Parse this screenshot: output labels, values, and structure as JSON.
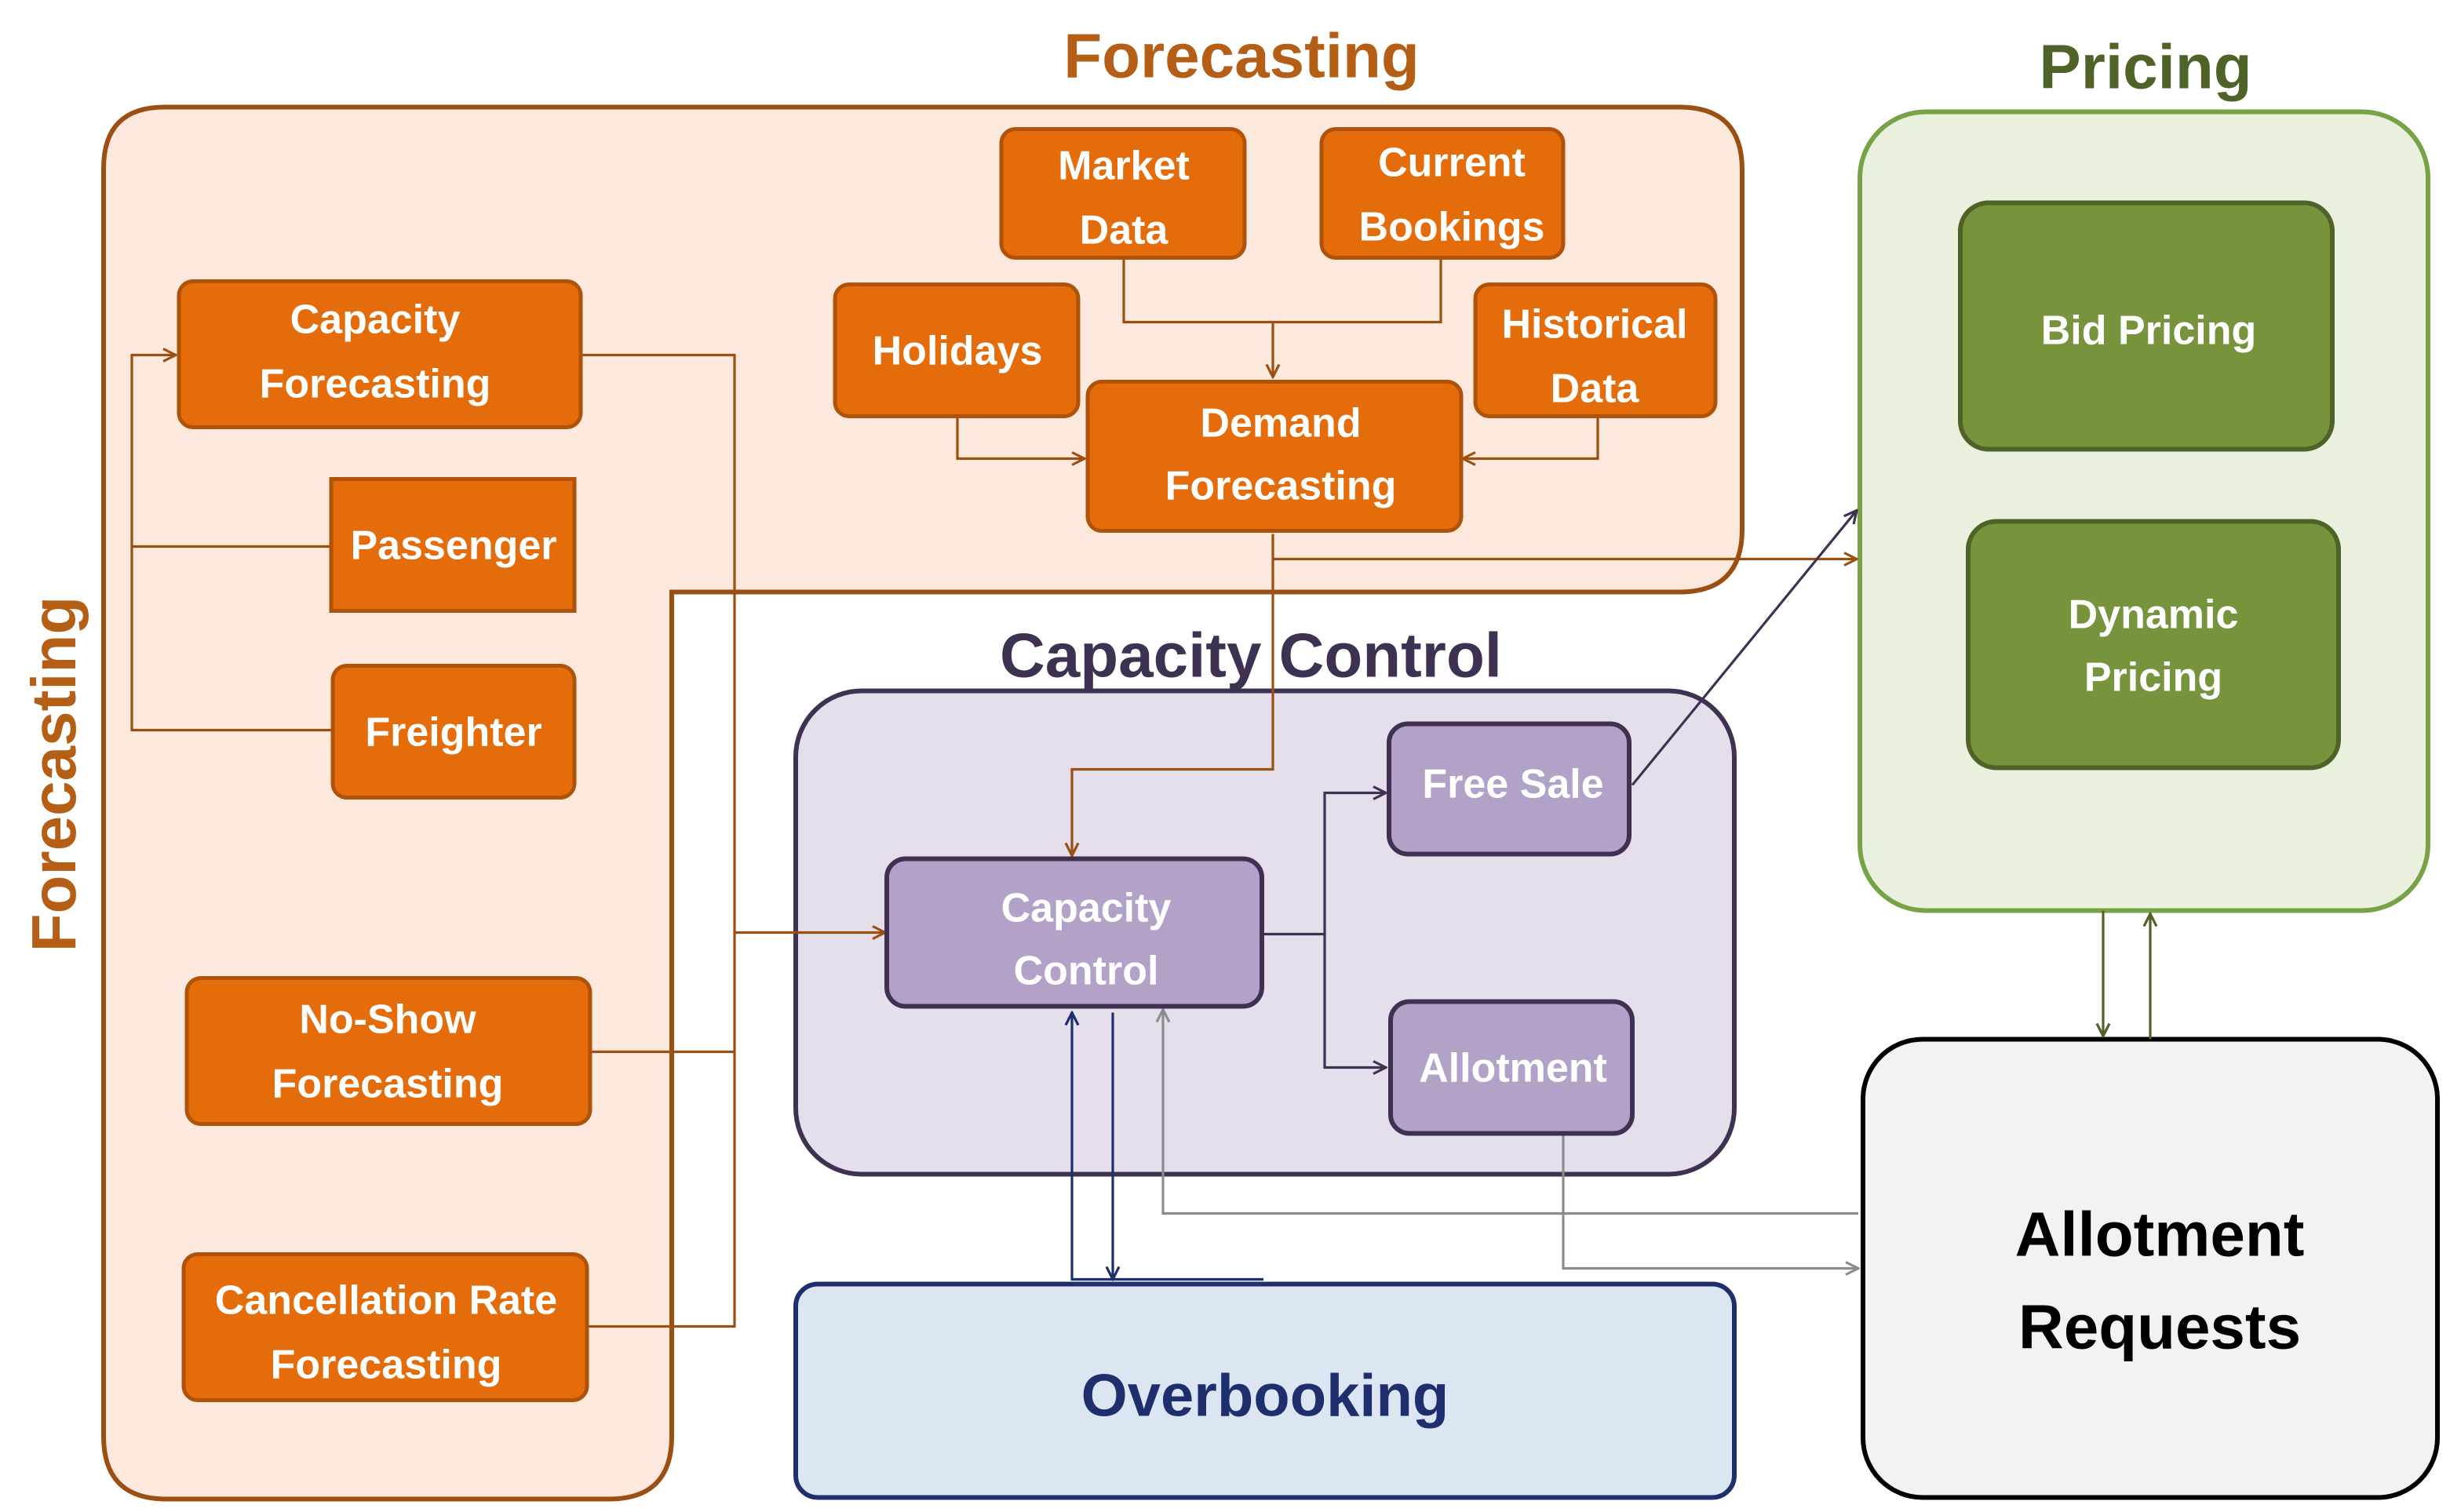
{
  "colors": {
    "forecast_bg": "#fce8dc",
    "forecast_border": "#9c4f12",
    "forecast_title": "#b55f16",
    "forecast_box": "#e46c0a",
    "forecast_box_border": "#b0530a",
    "forecast_arrow": "#9c4f12",
    "pricing_bg": "#e9f0dd",
    "pricing_border": "#77a245",
    "pricing_title": "#4f6228",
    "pricing_box": "#77933c",
    "pricing_box_border": "#4f6228",
    "capacity_bg": "#e5dfec",
    "capacity_border": "#403152",
    "capacity_title": "#3f3151",
    "capacity_box": "#b3a2c7",
    "capacity_box_border": "#403152",
    "overbooking_bg": "#dce6f2",
    "overbooking_border": "#1f2f6e",
    "overbooking_text": "#1f2f6e",
    "allotment_req_bg": "#f2f2f2",
    "allotment_req_border": "#000000",
    "gray_arrow": "#8c8c8c",
    "navy_arrow": "#1f2f6e"
  },
  "regions": {
    "forecasting_top_title": "Forecasting",
    "forecasting_side_title": "Forecasting",
    "pricing_title": "Pricing",
    "capacity_control_title": "Capacity Control"
  },
  "nodes": {
    "market_data": [
      "Market",
      "Data"
    ],
    "current_bookings": [
      "Current",
      "Bookings"
    ],
    "holidays": [
      "Holidays"
    ],
    "historical_data": [
      "Historical",
      "Data"
    ],
    "demand_forecasting": [
      "Demand",
      "Forecasting"
    ],
    "capacity_forecasting": [
      "Capacity",
      "Forecasting"
    ],
    "passenger": [
      "Passenger"
    ],
    "freighter": [
      "Freighter"
    ],
    "no_show_forecasting": [
      "No-Show",
      "Forecasting"
    ],
    "cancellation_rate_forecasting": [
      "Cancellation Rate",
      "Forecasting"
    ],
    "capacity_control": [
      "Capacity",
      "Control"
    ],
    "free_sale": [
      "Free Sale"
    ],
    "allotment": [
      "Allotment"
    ],
    "bid_pricing": [
      "Bid Pricing"
    ],
    "dynamic_pricing": [
      "Dynamic",
      "Pricing"
    ],
    "overbooking": [
      "Overbooking"
    ],
    "allotment_requests": [
      "Allotment",
      "Requests"
    ]
  }
}
